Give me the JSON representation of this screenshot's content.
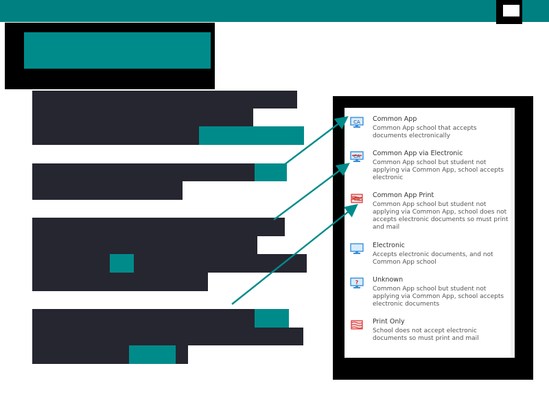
{
  "legend": {
    "items": [
      {
        "title": "Common App",
        "desc": "Common App school that accepts documents electronically",
        "icon": "common-app-icon"
      },
      {
        "title": "Common App via Electronic",
        "desc": "Common App school but student not applying via Common App, school accepts electronic",
        "icon": "common-app-electronic-icon"
      },
      {
        "title": "Common App Print",
        "desc": "Common App school but student not applying via Common App, school does not accepts electronic documents so must print and mail",
        "icon": "common-app-print-icon"
      },
      {
        "title": "Electronic",
        "desc": "Accepts electronic documents, and not Common App school",
        "icon": "electronic-icon"
      },
      {
        "title": "Unknown",
        "desc": "Common App school but student not applying via Common App, school accepts electronic documents",
        "icon": "unknown-icon"
      },
      {
        "title": "Print Only",
        "desc": "School does not accept electronic documents so must print and mail",
        "icon": "print-only-icon"
      }
    ]
  },
  "colors": {
    "teal": "#008b8b",
    "dark": "#262630",
    "icon_blue": "#3a8fd8",
    "icon_red": "#d9302c"
  }
}
